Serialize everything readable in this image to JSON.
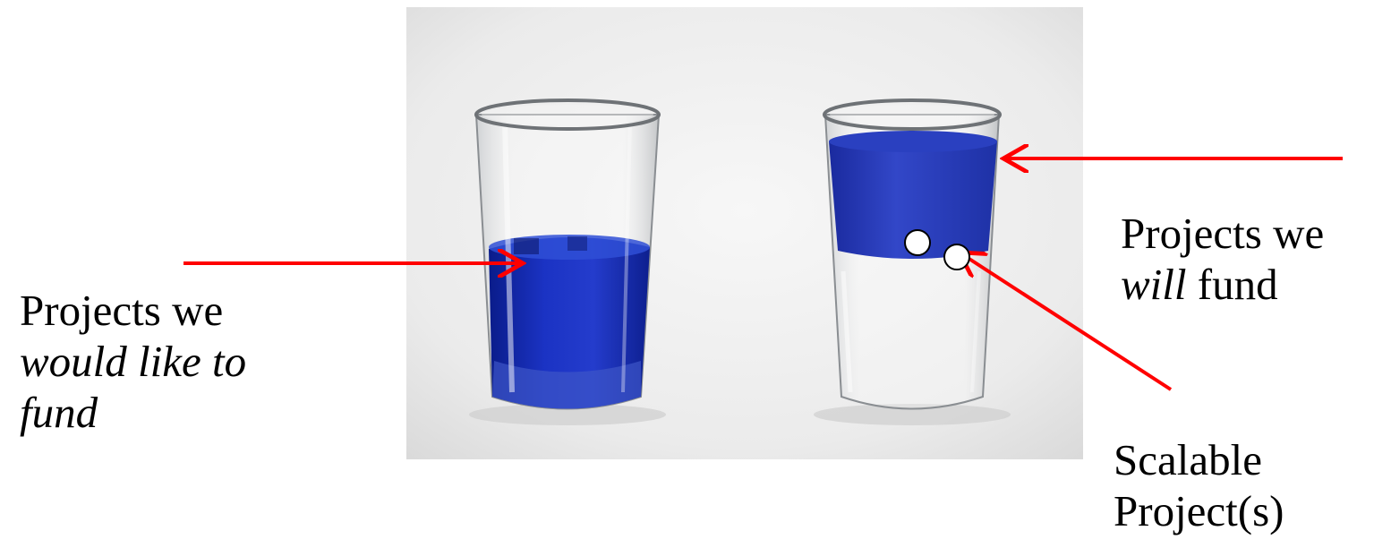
{
  "labels": {
    "left": {
      "line1": "Projects we",
      "line2": "would like to",
      "line3": "fund"
    },
    "right": {
      "line1": "Projects we",
      "line2_italic": "will",
      "line2_rest": " fund"
    },
    "scalable": {
      "line1": "Scalable",
      "line2": "Project(s)"
    }
  },
  "colors": {
    "arrow": "#ff0000",
    "water": "#1a2fb8",
    "background": "#ededed"
  },
  "icons": {
    "photo": "two-glasses-of-blue-water",
    "arrows": "red-arrow",
    "dots": "white-circle"
  }
}
